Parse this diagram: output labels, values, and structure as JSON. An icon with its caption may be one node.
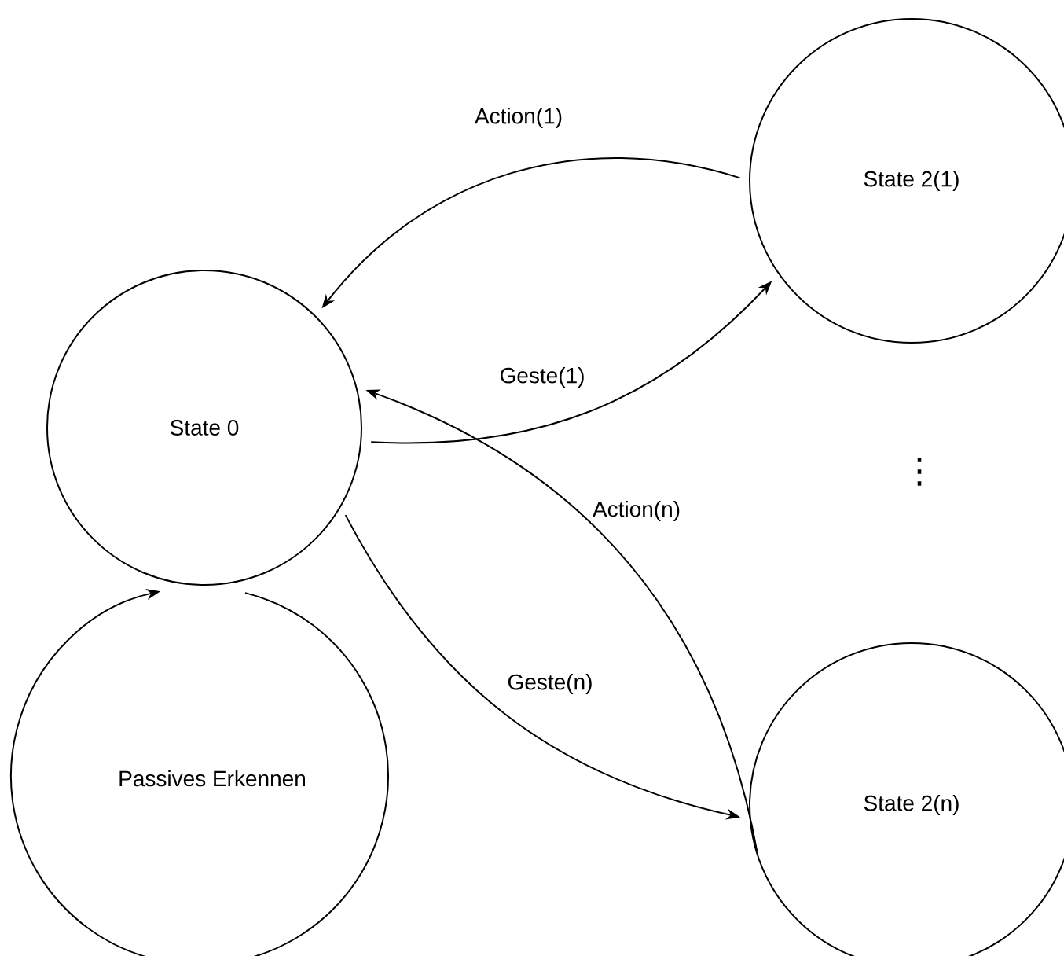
{
  "diagram": {
    "nodes": [
      {
        "text": [
          "State 0"
        ]
      },
      {
        "text": [
          "State 2(1)"
        ]
      },
      {
        "text": [
          "State 2(n)"
        ]
      }
    ],
    "edges": [
      {
        "from": 1,
        "to": 0,
        "arrow": "to",
        "label": "Action(1)"
      },
      {
        "from": 0,
        "to": 1,
        "arrow": "to",
        "label": "Geste(1)"
      },
      {
        "from": 2,
        "to": 0,
        "arrow": "to",
        "label": "Action(n)"
      },
      {
        "from": 0,
        "to": 2,
        "arrow": "to",
        "label": "Geste(n)"
      },
      {
        "from": 0,
        "to": 0,
        "arrow": "to",
        "label": "Passives Erkennen"
      }
    ],
    "labels": [
      "⋮"
    ]
  }
}
